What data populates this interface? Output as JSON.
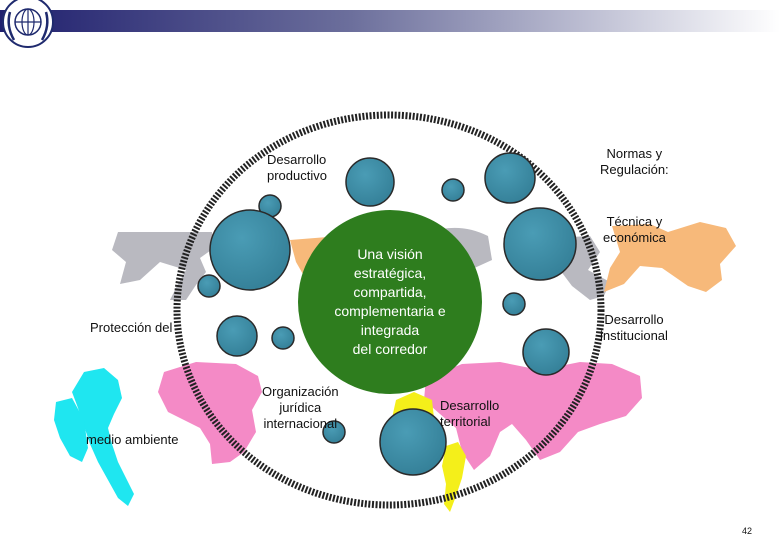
{
  "center": {
    "lines": [
      "Una visión",
      "estratégica,",
      "compartida,",
      "complementaria e",
      "integrada",
      "del corredor"
    ]
  },
  "labels": {
    "desarrollo_productivo": [
      "Desarrollo",
      "productivo"
    ],
    "normas": [
      "Normas y",
      "Regulación:"
    ],
    "tecnica": [
      "Técnica y",
      "económica"
    ],
    "proteccion": "Protección del",
    "medio_ambiente": "medio ambiente",
    "desarrollo_institucional": [
      "Desarrollo",
      "institucional"
    ],
    "organizacion": [
      "Organización",
      "jurídica",
      "internacional"
    ],
    "desarrollo_territorial": [
      "Desarrollo",
      "territorial"
    ]
  },
  "page_number": "42",
  "colors": {
    "center_fill": "#2e7d1e",
    "bubble": "#3f8fa8",
    "ring": "#222222",
    "header_dark": "#1f1f6e",
    "figure_gray": "#b9b9c0",
    "figure_peach": "#f7b97a",
    "figure_pink": "#f48ac6",
    "figure_cyan": "#1fe6f0",
    "figure_yellow": "#f4ef1a"
  },
  "icons": [
    "un-emblem-icon"
  ]
}
